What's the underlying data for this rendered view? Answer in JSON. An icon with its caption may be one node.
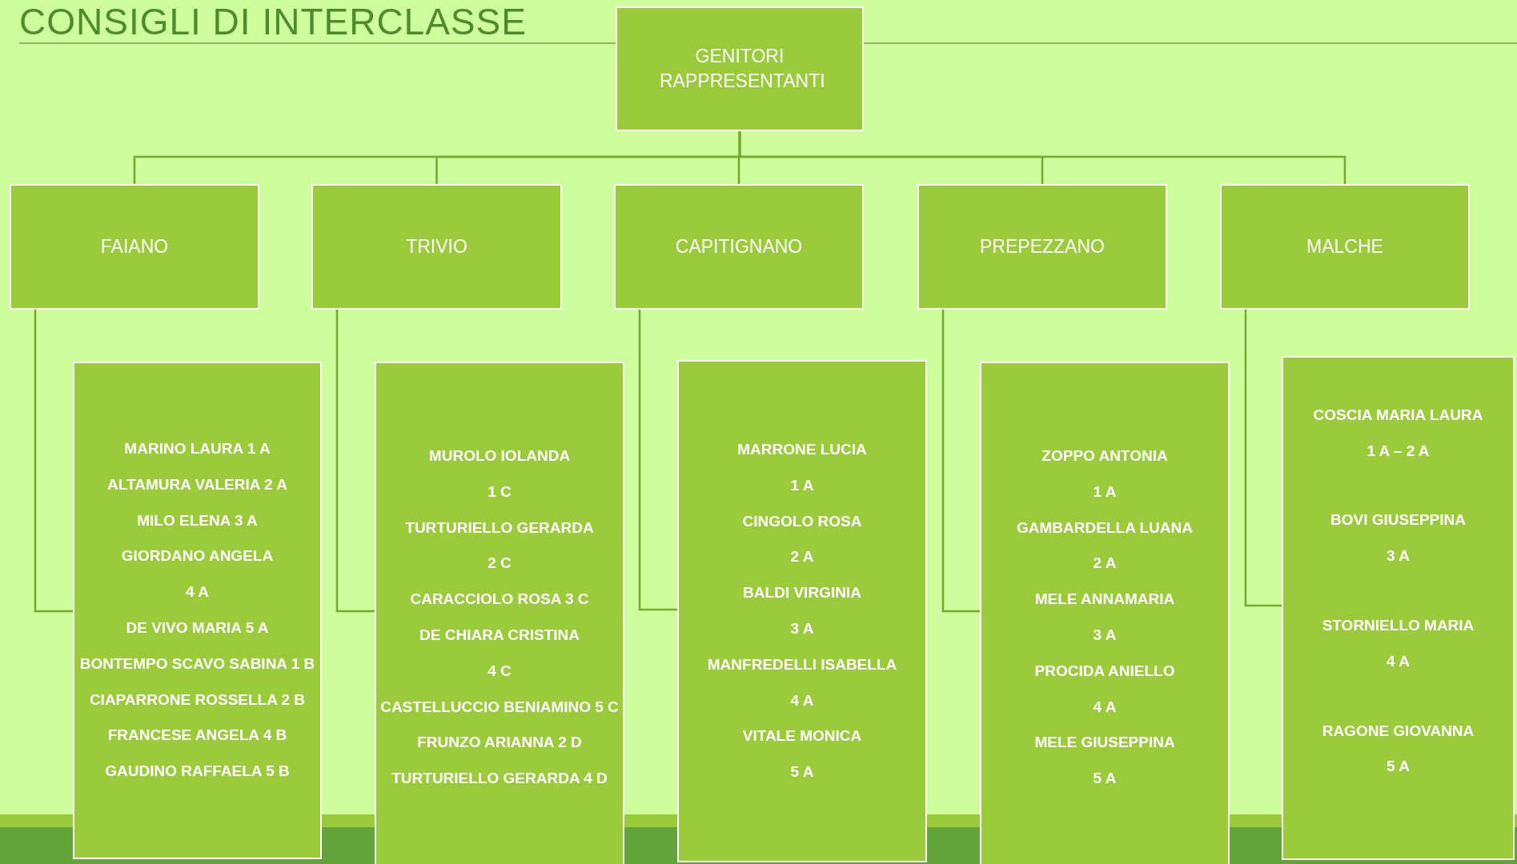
{
  "diagram": {
    "title": "CONSIGLI DI INTERCLASSE",
    "nodes": [
      {
        "text": [
          "GENITORI RAPPRESENTANTI"
        ]
      },
      {
        "text": [
          "FAIANO"
        ]
      },
      {
        "text": [
          "TRIVIO"
        ]
      },
      {
        "text": [
          "CAPITIGNANO"
        ]
      },
      {
        "text": [
          "PREPEZZANO"
        ]
      },
      {
        "text": [
          "MALCHE"
        ]
      },
      {
        "text": [
          "MARINO LAURA 1 A",
          "ALTAMURA VALERIA 2 A",
          "MILO ELENA 3 A",
          "GIORDANO ANGELA",
          "4 A",
          "DE VIVO MARIA 5 A",
          "BONTEMPO SCAVO SABINA 1 B",
          "CIAPARRONE ROSSELLA 2 B",
          "FRANCESE ANGELA 4 B",
          "GAUDINO RAFFAELA 5 B"
        ]
      },
      {
        "text": [
          "MUROLO IOLANDA",
          "1 C",
          "TURTURIELLO GERARDA",
          "2 C",
          "CARACCIOLO ROSA 3 C",
          "DE CHIARA CRISTINA",
          "4 C",
          "CASTELLUCCIO BENIAMINO 5 C",
          "FRUNZO ARIANNA 2 D",
          "TURTURIELLO GERARDA 4 D"
        ]
      },
      {
        "text": [
          "MARRONE LUCIA",
          "1 A",
          "CINGOLO ROSA",
          "2 A",
          "BALDI VIRGINIA",
          "3 A",
          "MANFREDELLI ISABELLA",
          "4 A",
          "VITALE MONICA",
          "5 A"
        ]
      },
      {
        "text": [
          "ZOPPO ANTONIA",
          "1 A",
          "GAMBARDELLA LUANA",
          "2 A",
          "MELE ANNAMARIA",
          "3 A",
          "PROCIDA ANIELLO",
          "4 A",
          "MELE GIUSEPPINA",
          "5 A"
        ]
      },
      {
        "text": [
          "COSCIA MARIA LAURA",
          "1 A – 2 A",
          "BOVI GIUSEPPINA",
          "3 A",
          "STORNIELLO MARIA",
          "4 A",
          "RAGONE GIOVANNA",
          "5 A"
        ]
      }
    ],
    "edges": [
      {
        "from": 0,
        "to": 1,
        "arrow": "none"
      },
      {
        "from": 0,
        "to": 2,
        "arrow": "none"
      },
      {
        "from": 0,
        "to": 3,
        "arrow": "none"
      },
      {
        "from": 0,
        "to": 4,
        "arrow": "none"
      },
      {
        "from": 0,
        "to": 5,
        "arrow": "none"
      },
      {
        "from": 1,
        "to": 6,
        "arrow": "none"
      },
      {
        "from": 2,
        "to": 7,
        "arrow": "none"
      },
      {
        "from": 3,
        "to": 8,
        "arrow": "none"
      },
      {
        "from": 4,
        "to": 9,
        "arrow": "none"
      },
      {
        "from": 5,
        "to": 10,
        "arrow": "none"
      }
    ]
  }
}
